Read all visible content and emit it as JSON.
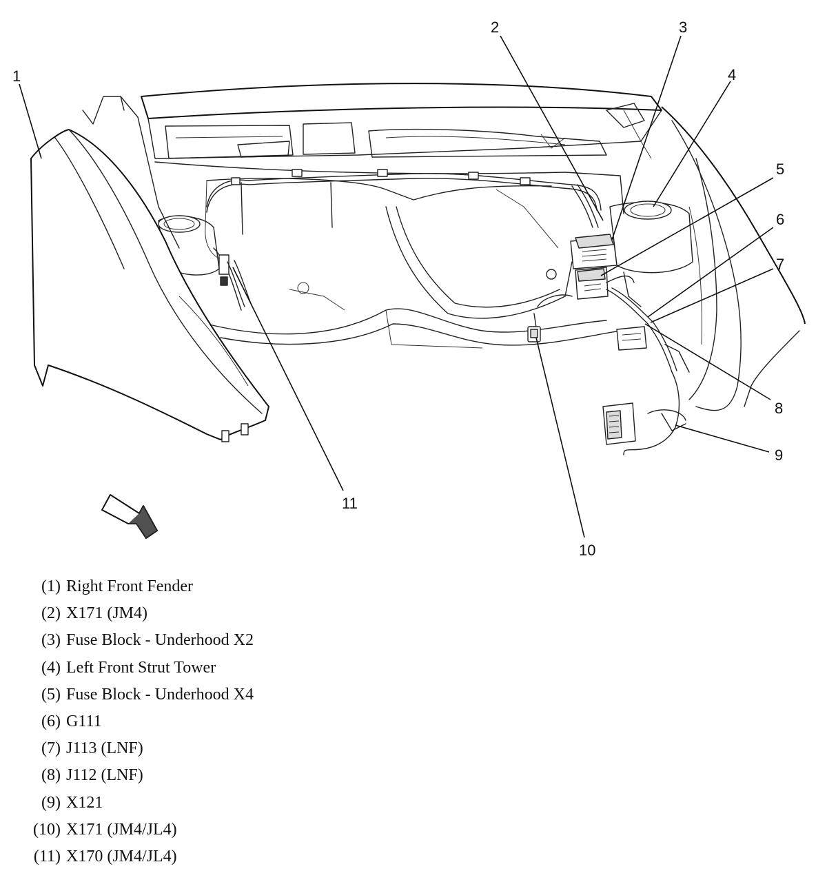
{
  "diagram": {
    "callouts": [
      {
        "id": 1,
        "label": "1"
      },
      {
        "id": 2,
        "label": "2"
      },
      {
        "id": 3,
        "label": "3"
      },
      {
        "id": 4,
        "label": "4"
      },
      {
        "id": 5,
        "label": "5"
      },
      {
        "id": 6,
        "label": "6"
      },
      {
        "id": 7,
        "label": "7"
      },
      {
        "id": 8,
        "label": "8"
      },
      {
        "id": 9,
        "label": "9"
      },
      {
        "id": 10,
        "label": "10"
      },
      {
        "id": 11,
        "label": "11"
      }
    ]
  },
  "legend": [
    {
      "num": "(1)",
      "text": "Right Front Fender"
    },
    {
      "num": "(2)",
      "text": "X171 (JM4)"
    },
    {
      "num": "(3)",
      "text": "Fuse Block - Underhood X2"
    },
    {
      "num": "(4)",
      "text": "Left Front Strut Tower"
    },
    {
      "num": "(5)",
      "text": "Fuse Block - Underhood X4"
    },
    {
      "num": "(6)",
      "text": "G111"
    },
    {
      "num": "(7)",
      "text": "J113 (LNF)"
    },
    {
      "num": "(8)",
      "text": "J112 (LNF)"
    },
    {
      "num": "(9)",
      "text": "X121"
    },
    {
      "num": "(10)",
      "text": "X171 (JM4/JL4)"
    },
    {
      "num": "(11)",
      "text": "X170 (JM4/JL4)"
    }
  ]
}
